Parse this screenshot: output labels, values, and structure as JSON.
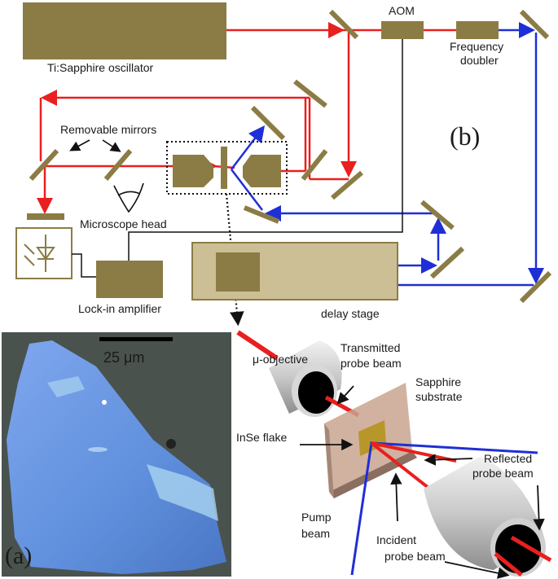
{
  "labels": {
    "oscillator": "Ti:Sapphire oscillator",
    "aom": "AOM",
    "doubler_line1": "Frequency",
    "doubler_line2": "doubler",
    "removable_mirrors": "Removable mirrors",
    "microscope_head": "Microscope head",
    "lockin": "Lock-in amplifier",
    "delay_stage": "delay stage",
    "panel_b": "(b)",
    "panel_a": "(a)",
    "scale_bar": "25 μm",
    "objective": "μ-objective",
    "transmitted_line1": "Transmitted",
    "transmitted_line2": "probe beam",
    "sapphire_line1": "Sapphire",
    "sapphire_line2": "substrate",
    "inse_flake": "InSe flake",
    "reflected_line1": "Reflected",
    "reflected_line2": "probe beam",
    "pump_line1": "Pump",
    "pump_line2": "beam",
    "incident_line1": "Incident",
    "incident_line2": "probe beam"
  },
  "colors": {
    "component": "#8b7c45",
    "component_dark": "#6e6035",
    "probe_beam": "#e8201f",
    "pump_beam": "#1f2fd6",
    "signal_wire": "#111111",
    "delay_stage_fill": "#cdbf95",
    "flake_blue": "#6d95e0"
  }
}
